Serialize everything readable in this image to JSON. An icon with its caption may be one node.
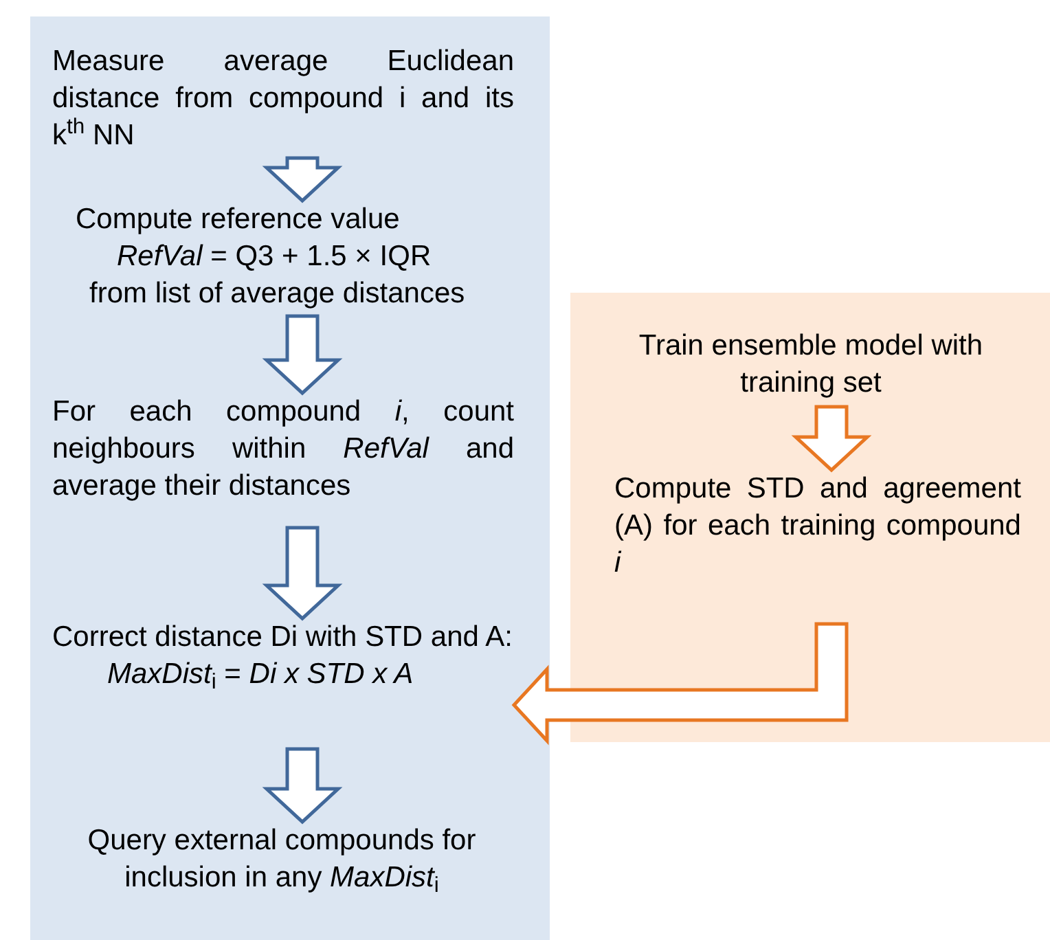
{
  "diagram": {
    "nodes": [
      {
        "text": [],
        "shape": "box"
      },
      {
        "text": [
          "Measure average Euclidean distance from compound i and its k$^{th}$ NN"
        ],
        "in": 0
      },
      {
        "text": [
          "Compute reference value",
          "*RefVal* = Q3 + 1.5 × IQR",
          "from list of average distances"
        ],
        "in": 0
      },
      {
        "text": [
          "For each compound *i*, count neighbours within *RefVal* and average their distances"
        ],
        "in": 0
      },
      {
        "text": [
          "Correct distance Di with STD and A:",
          "*MaxDist*$_{i}$ = *Di x STD x A*"
        ],
        "in": 0
      },
      {
        "text": [
          "Query external compounds for inclusion in any *MaxDist*$_{i}$"
        ],
        "in": 0
      },
      {
        "text": [],
        "shape": "box"
      },
      {
        "text": [
          "Train ensemble model with training set"
        ],
        "in": 6
      },
      {
        "text": [
          "Compute STD and agreement (A) for each training compound *i*"
        ],
        "in": 6
      }
    ],
    "edges": [
      {
        "from": 1,
        "to": 2,
        "arrow": "to"
      },
      {
        "from": 2,
        "to": 3,
        "arrow": "to"
      },
      {
        "from": 3,
        "to": 4,
        "arrow": "to"
      },
      {
        "from": 4,
        "to": 5,
        "arrow": "to"
      },
      {
        "from": 7,
        "to": 8,
        "arrow": "to",
        "color": "#e87722"
      },
      {
        "from": 8,
        "to": 4,
        "arrow": "to",
        "color": "#e87722"
      }
    ]
  }
}
